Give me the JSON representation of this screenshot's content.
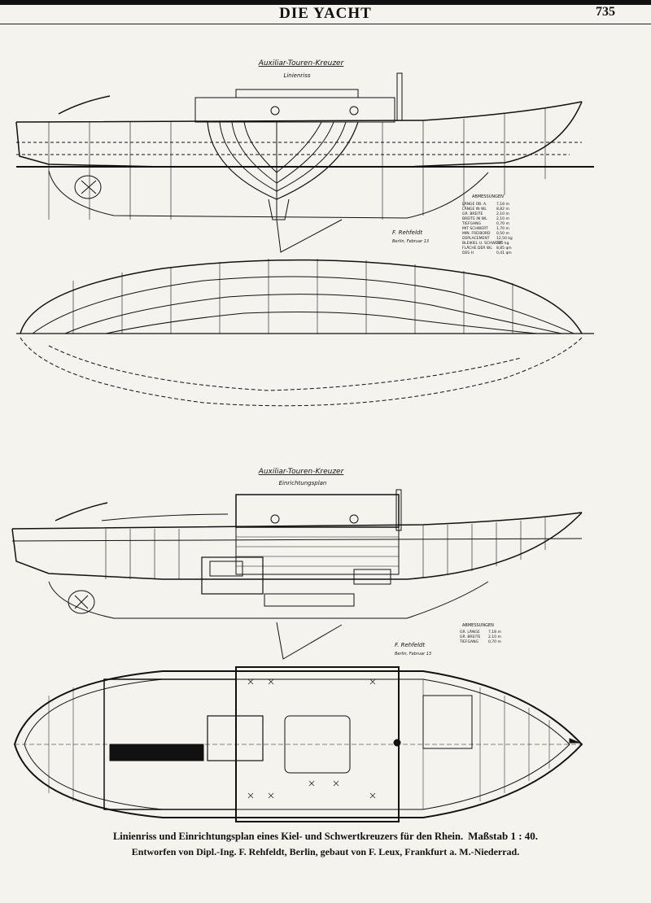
{
  "header": {
    "title": "DIE YACHT",
    "page_number": "735"
  },
  "plate1": {
    "title": "Auxiliar-Touren-Kreuzer",
    "subtitle": "Linienriss",
    "signature": "F. Rehfeldt",
    "signature_place": "Berlin, Februar 13",
    "dimensions": {
      "heading": "ABMESSUNGEN",
      "rows": [
        {
          "label": "LÄNGE ÜB. A.",
          "value": "7,18 m"
        },
        {
          "label": "LÄNGE IN WL",
          "value": "8,82 m"
        },
        {
          "label": "GR. BREITE",
          "value": "2,10 m"
        },
        {
          "label": "BREITE IN WL",
          "value": "2,10 m"
        },
        {
          "label": "TIEFGANG",
          "value": "0,70 m"
        },
        {
          "label": "MIT SCHWERT",
          "value": "1,70 m"
        },
        {
          "label": "MIN. FREIBORD",
          "value": "0,50 m"
        },
        {
          "label": "DEPLACEMENT",
          "value": "12,50 kg"
        },
        {
          "label": "BLEIKIEL U. SCHWERT",
          "value": "725 kg"
        },
        {
          "label": "FLÄCHE DER WL",
          "value": "8,85 qm"
        },
        {
          "label": "DES H",
          "value": "0,41 qm"
        }
      ]
    }
  },
  "plate2": {
    "title": "Auxiliar-Touren-Kreuzer",
    "subtitle": "Einrichtungsplan",
    "signature": "F. Rehfeldt",
    "signature_place": "Berlin, Februar 13",
    "dimensions": {
      "heading": "ABMESSUNGEN",
      "rows": [
        {
          "label": "GR. LÄNGE",
          "value": "7,18 m"
        },
        {
          "label": "GR. BREITE",
          "value": "2,10 m"
        },
        {
          "label": "TIEFGANG",
          "value": "0,70 m"
        }
      ]
    }
  },
  "caption": {
    "line1": "Linienriss und Einrichtungsplan eines Kiel- und Schwertkreuzers für den Rhein.",
    "scale": "Maßstab 1 : 40.",
    "line2": "Entworfen von Dipl.-Ing. F. Rehfeldt, Berlin, gebaut von F. Leux, Frankfurt a. M.-Niederrad."
  },
  "colors": {
    "paper": "#f4f3ee",
    "ink": "#111111"
  }
}
